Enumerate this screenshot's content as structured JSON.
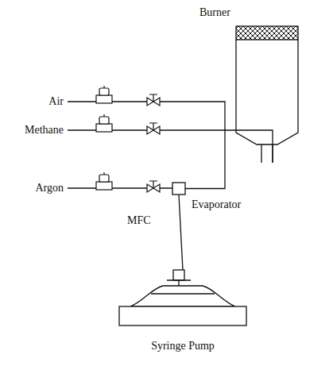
{
  "diagram": {
    "nodes": [
      {
        "text": [
          "Burner"
        ]
      },
      {
        "text": [
          "Evaporator"
        ]
      },
      {
        "text": [
          "Syringe Pump"
        ]
      }
    ],
    "edges": [
      {
        "from": 2,
        "to": 1,
        "arrow": "none"
      },
      {
        "from": 1,
        "to": 0,
        "arrow": "none"
      }
    ],
    "labels": [
      "Air",
      "Methane",
      "Argon",
      "MFC"
    ]
  }
}
